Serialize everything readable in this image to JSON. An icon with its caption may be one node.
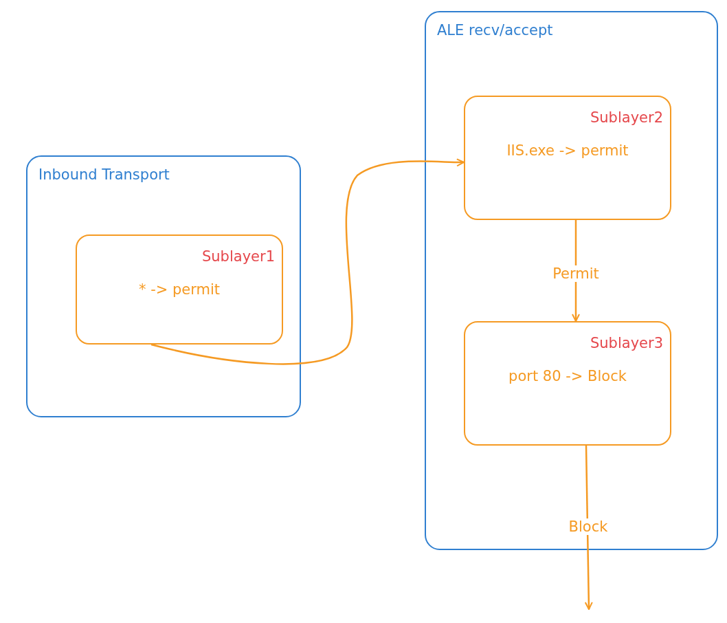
{
  "diagram": {
    "nodes": [
      {
        "text": [
          "Inbound Transport"
        ]
      },
      {
        "text": [
          "Sublayer1",
          "* -> permit"
        ],
        "in": 0
      },
      {
        "text": [
          "ALE recv/accept"
        ]
      },
      {
        "text": [
          "Sublayer2",
          "IIS.exe -> permit"
        ],
        "in": 2
      },
      {
        "text": [
          "Sublayer3",
          "port 80 -> Block"
        ],
        "in": 2
      }
    ],
    "edges": [
      {
        "from": 1,
        "to": 3,
        "arrow": "to"
      },
      {
        "from": 3,
        "to": 4,
        "arrow": "to",
        "label": "Permit"
      },
      {
        "from": 4,
        "to": null,
        "arrow": "to",
        "label": "Block"
      }
    ]
  }
}
